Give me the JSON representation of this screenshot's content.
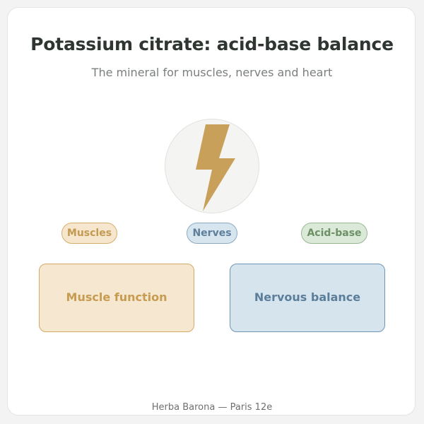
{
  "header": {
    "title": "Potassium citrate: acid-base balance",
    "subtitle": "The mineral for muscles, nerves and heart"
  },
  "emblem": {
    "icon": "lightning-bolt-icon",
    "color": "#c9a05a"
  },
  "tags": [
    {
      "label": "Muscles",
      "color": "#c49a52"
    },
    {
      "label": "Nerves",
      "color": "#5d7f9b"
    },
    {
      "label": "Acid-base",
      "color": "#6d9066"
    }
  ],
  "boxes": [
    {
      "label": "Muscle function",
      "color": "#c79b50"
    },
    {
      "label": "Nervous balance",
      "color": "#5b7e9b"
    }
  ],
  "footer": {
    "text": "Herba Barona — Paris 12e"
  }
}
